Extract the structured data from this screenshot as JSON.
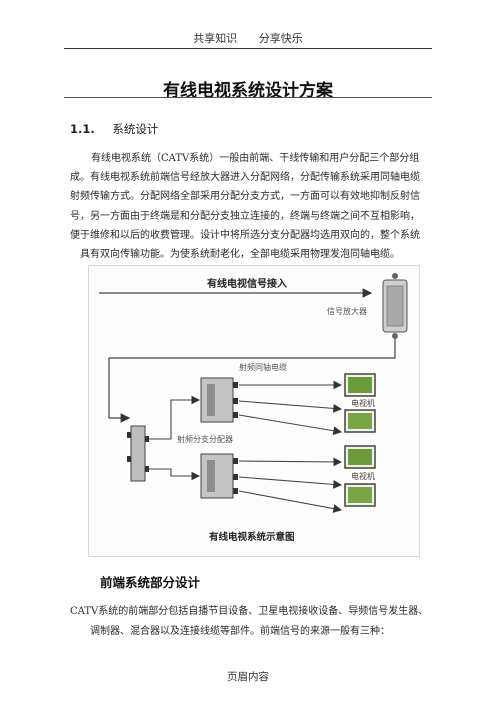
{
  "header": {
    "left": "共享知识",
    "right": "分享快乐"
  },
  "title": "有线电视系统设计方案",
  "section": {
    "number": "1.1.",
    "title": "系统设计"
  },
  "paragraph": {
    "lines": [
      "有线电视系统（CATV系统）一般由前端、干线传输和用户分配三个部分组",
      "成。有线电视系统前端信号经放大器进入分配网络，分配传输系统采用同轴电缆",
      "射频传输方式。分配网络全部采用分配分支方式，一方面可以有效地抑制反射信",
      "号，另一方面由于终端是和分配分支独立连接的，终端与终端之间不互相影响，",
      "便于维修和以后的收费管理。设计中将所选分支分配器均选用双向的，整个系统"
    ],
    "last_line": "具有双向传输功能。为使系统耐老化，全部电缆采用物理发泡同轴电缆。"
  },
  "figure": {
    "top_label": "有线电视信号接入",
    "amplifier_label": "信号放大器",
    "cable_label": "射频同轴电缆",
    "splitter_label": "射频分支分配器",
    "tv_label_1": "电视机",
    "tv_label_2": "电视机",
    "caption": "有线电视系统示意图"
  },
  "subheading": "前端系统部分设计",
  "paragraph2": {
    "line1": "CATV系统的前端部分包括自播节目设备、卫星电视接收设备、导频信号发生器、",
    "line2": "调制器、混合器以及连接线缆等部件。前端信号的来源一般有三种："
  },
  "footer": "页眉内容"
}
